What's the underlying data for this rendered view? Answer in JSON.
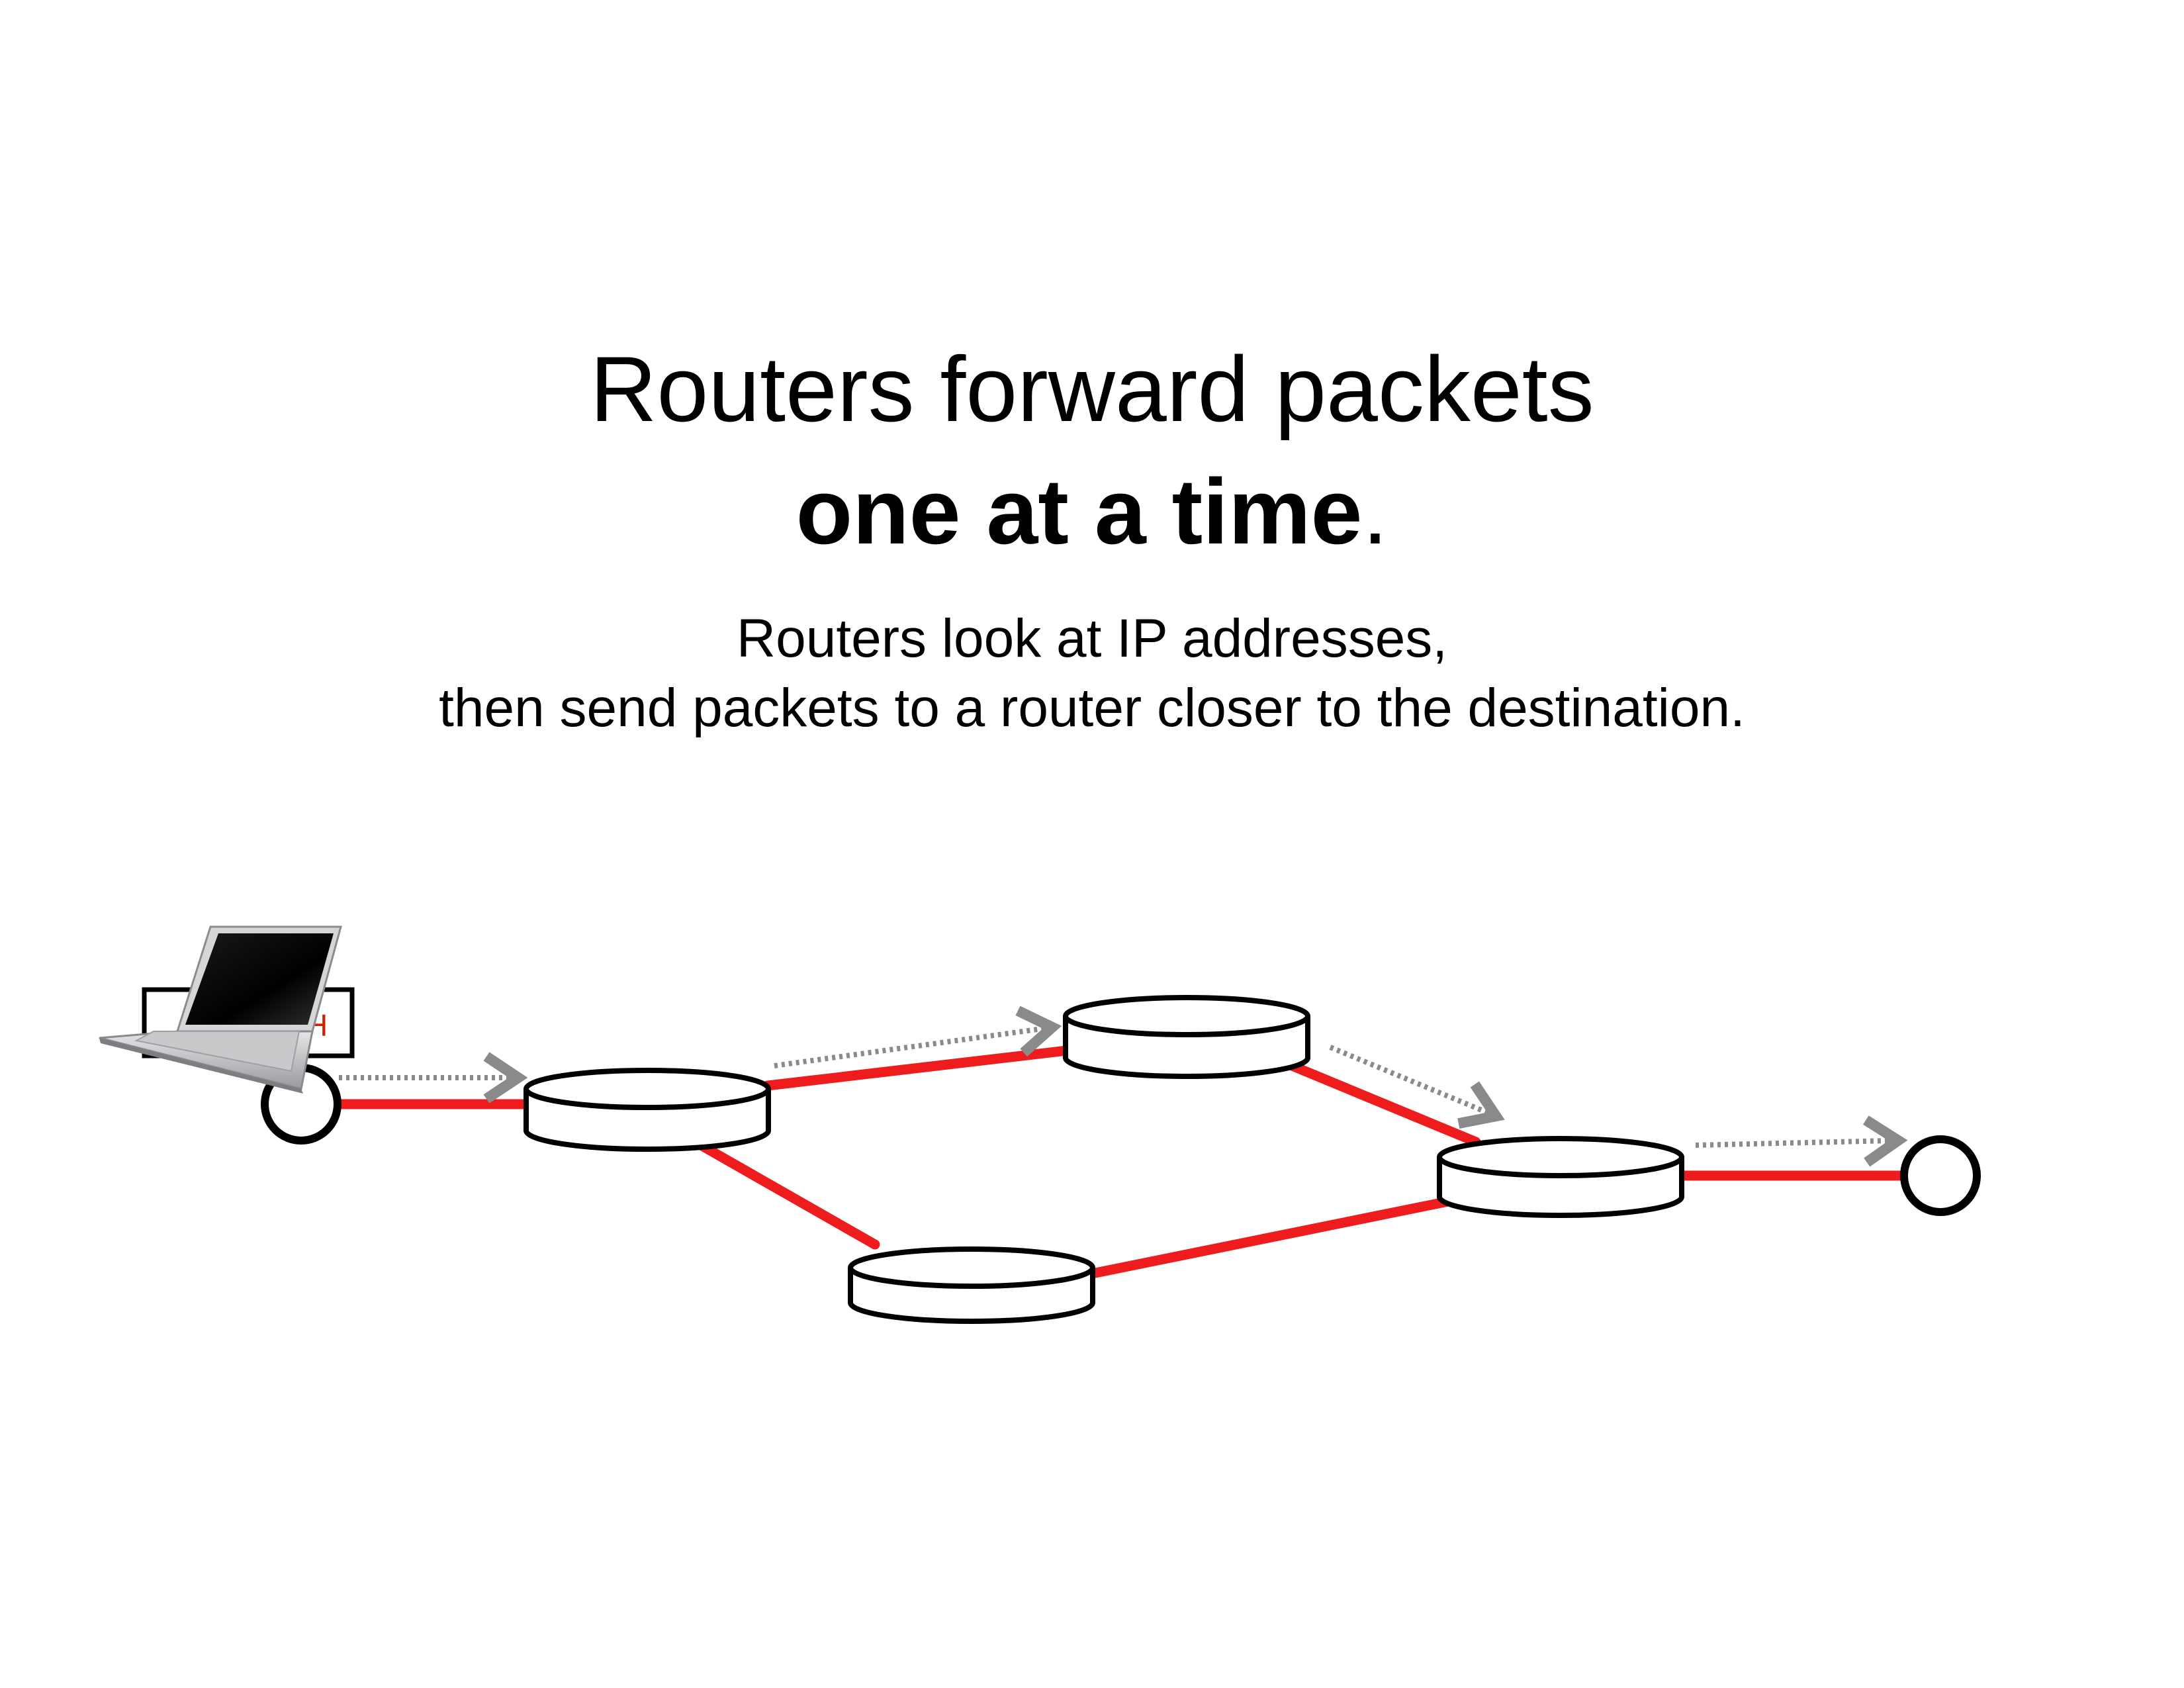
{
  "title": {
    "line1": "Routers forward packets",
    "line2_bold": "one at a time",
    "line2_end": "."
  },
  "subtitle": {
    "line1": "Routers look at IP addresses,",
    "line2": "then send packets to a router closer to the destination."
  },
  "diagram": {
    "packet_header_label": "H",
    "colors": {
      "link": "#ee1c1c",
      "arrow": "#8a8a8a",
      "outline": "#000000",
      "header_text": "#cc2200"
    },
    "icons": [
      "laptop-icon",
      "router-icon",
      "host-node-icon"
    ]
  }
}
